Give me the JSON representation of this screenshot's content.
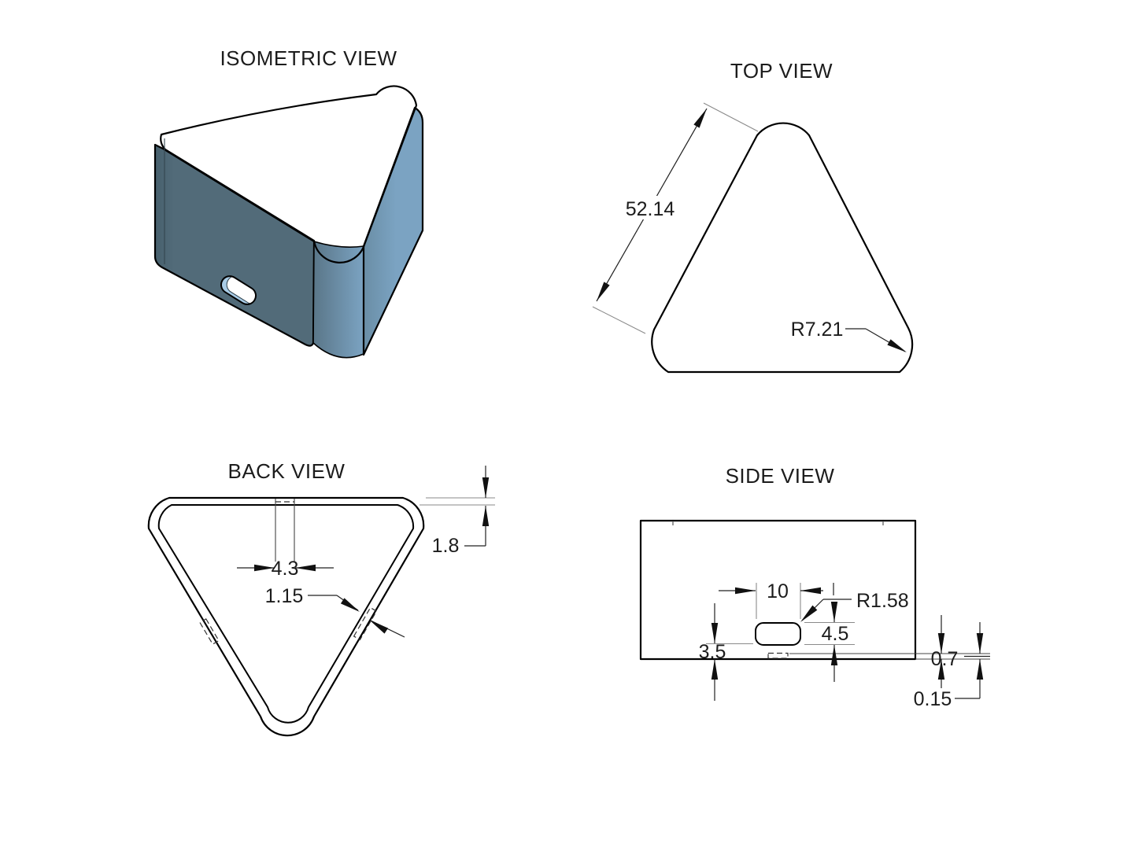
{
  "views": {
    "isometric": {
      "title": "ISOMETRIC VIEW"
    },
    "top": {
      "title": "TOP VIEW",
      "dims": {
        "edge_length": "52.14",
        "corner_radius": "R7.21"
      }
    },
    "back": {
      "title": "BACK VIEW",
      "dims": {
        "slot_width": "4.3",
        "wall_thickness": "1.15",
        "top_wall_thickness": "1.8"
      }
    },
    "side": {
      "title": "SIDE VIEW",
      "dims": {
        "slot_length": "10",
        "slot_corner_radius": "R1.58",
        "slot_height": "4.5",
        "slot_bottom_offset": "3.5",
        "lip_height": "0.7",
        "recess_depth": "0.15"
      }
    }
  },
  "colors": {
    "top_face": "#8fbcd9",
    "front_face": "#526b79",
    "front_face_dark": "#47606d",
    "right_face": "#7ba3c2",
    "right_face_dark": "#6a8ea6",
    "corner_dark": "#5a7688",
    "corner_light": "#7ba3c2",
    "slot_inner_wall": "#a9cce6",
    "outline": "#000000"
  }
}
